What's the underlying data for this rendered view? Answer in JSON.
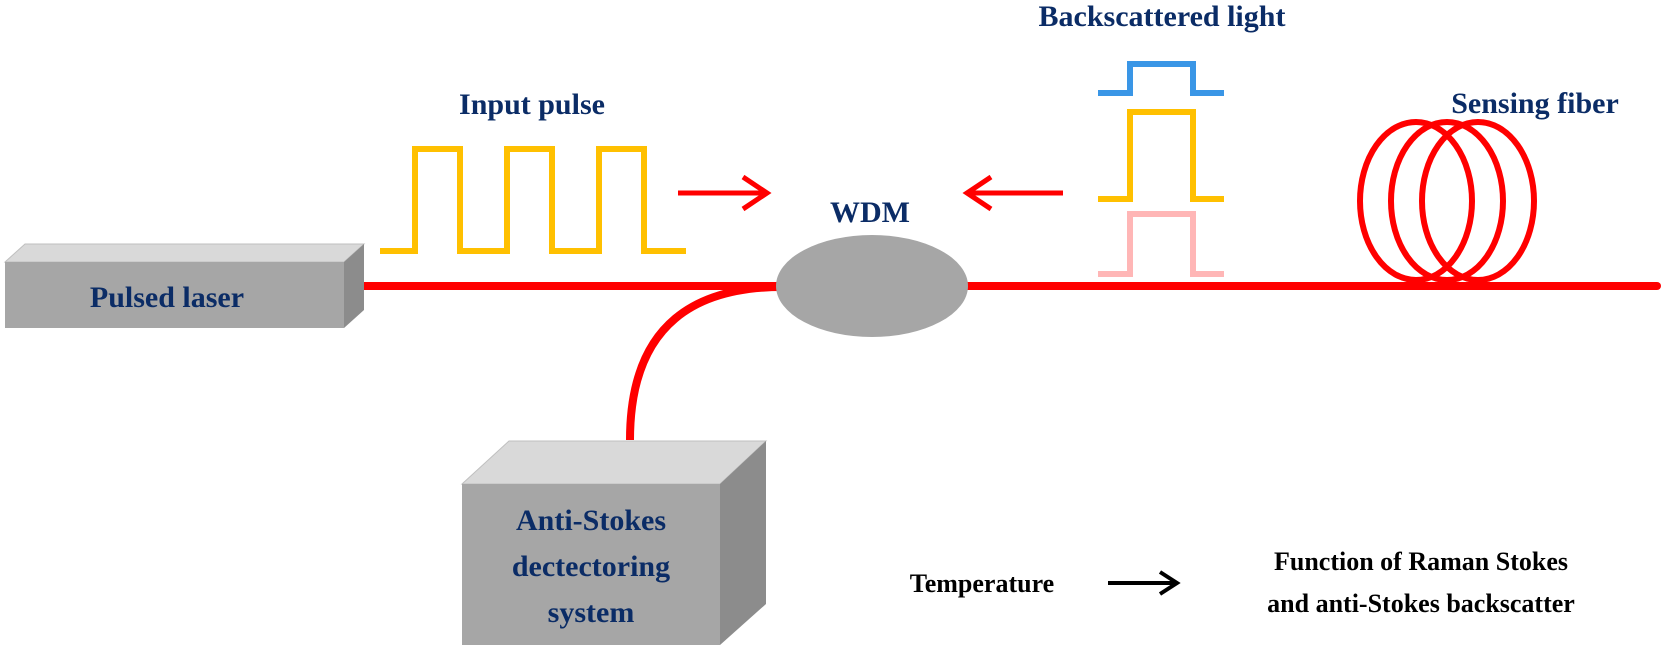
{
  "labels": {
    "backscattered": "Backscattered light",
    "input_pulse": "Input pulse",
    "sensing_fiber": "Sensing fiber",
    "wdm": "WDM",
    "pulsed_laser": "Pulsed laser",
    "detector_line1": "Anti-Stokes",
    "detector_line2": "dectectoring",
    "detector_line3": "system",
    "temperature": "Temperature",
    "function_line1": "Function of Raman Stokes",
    "function_line2": "and anti-Stokes backscatter"
  },
  "colors": {
    "fiber": "#ff0000",
    "input_pulse": "#ffc000",
    "rayleigh": "#3a96e6",
    "stokes": "#ffc000",
    "anti_stokes": "#ffb6b6",
    "text": "#0b2c66",
    "box_front": "#a6a6a6",
    "box_top": "#d9d9d9",
    "box_side": "#8c8c8c",
    "wdm": "#a6a6a6"
  },
  "icons": {
    "fiber_coil": "coil-icon",
    "arrow_forward": "arrow-right-icon",
    "arrow_backward": "arrow-left-icon",
    "arrow_relation": "arrow-right-icon"
  }
}
